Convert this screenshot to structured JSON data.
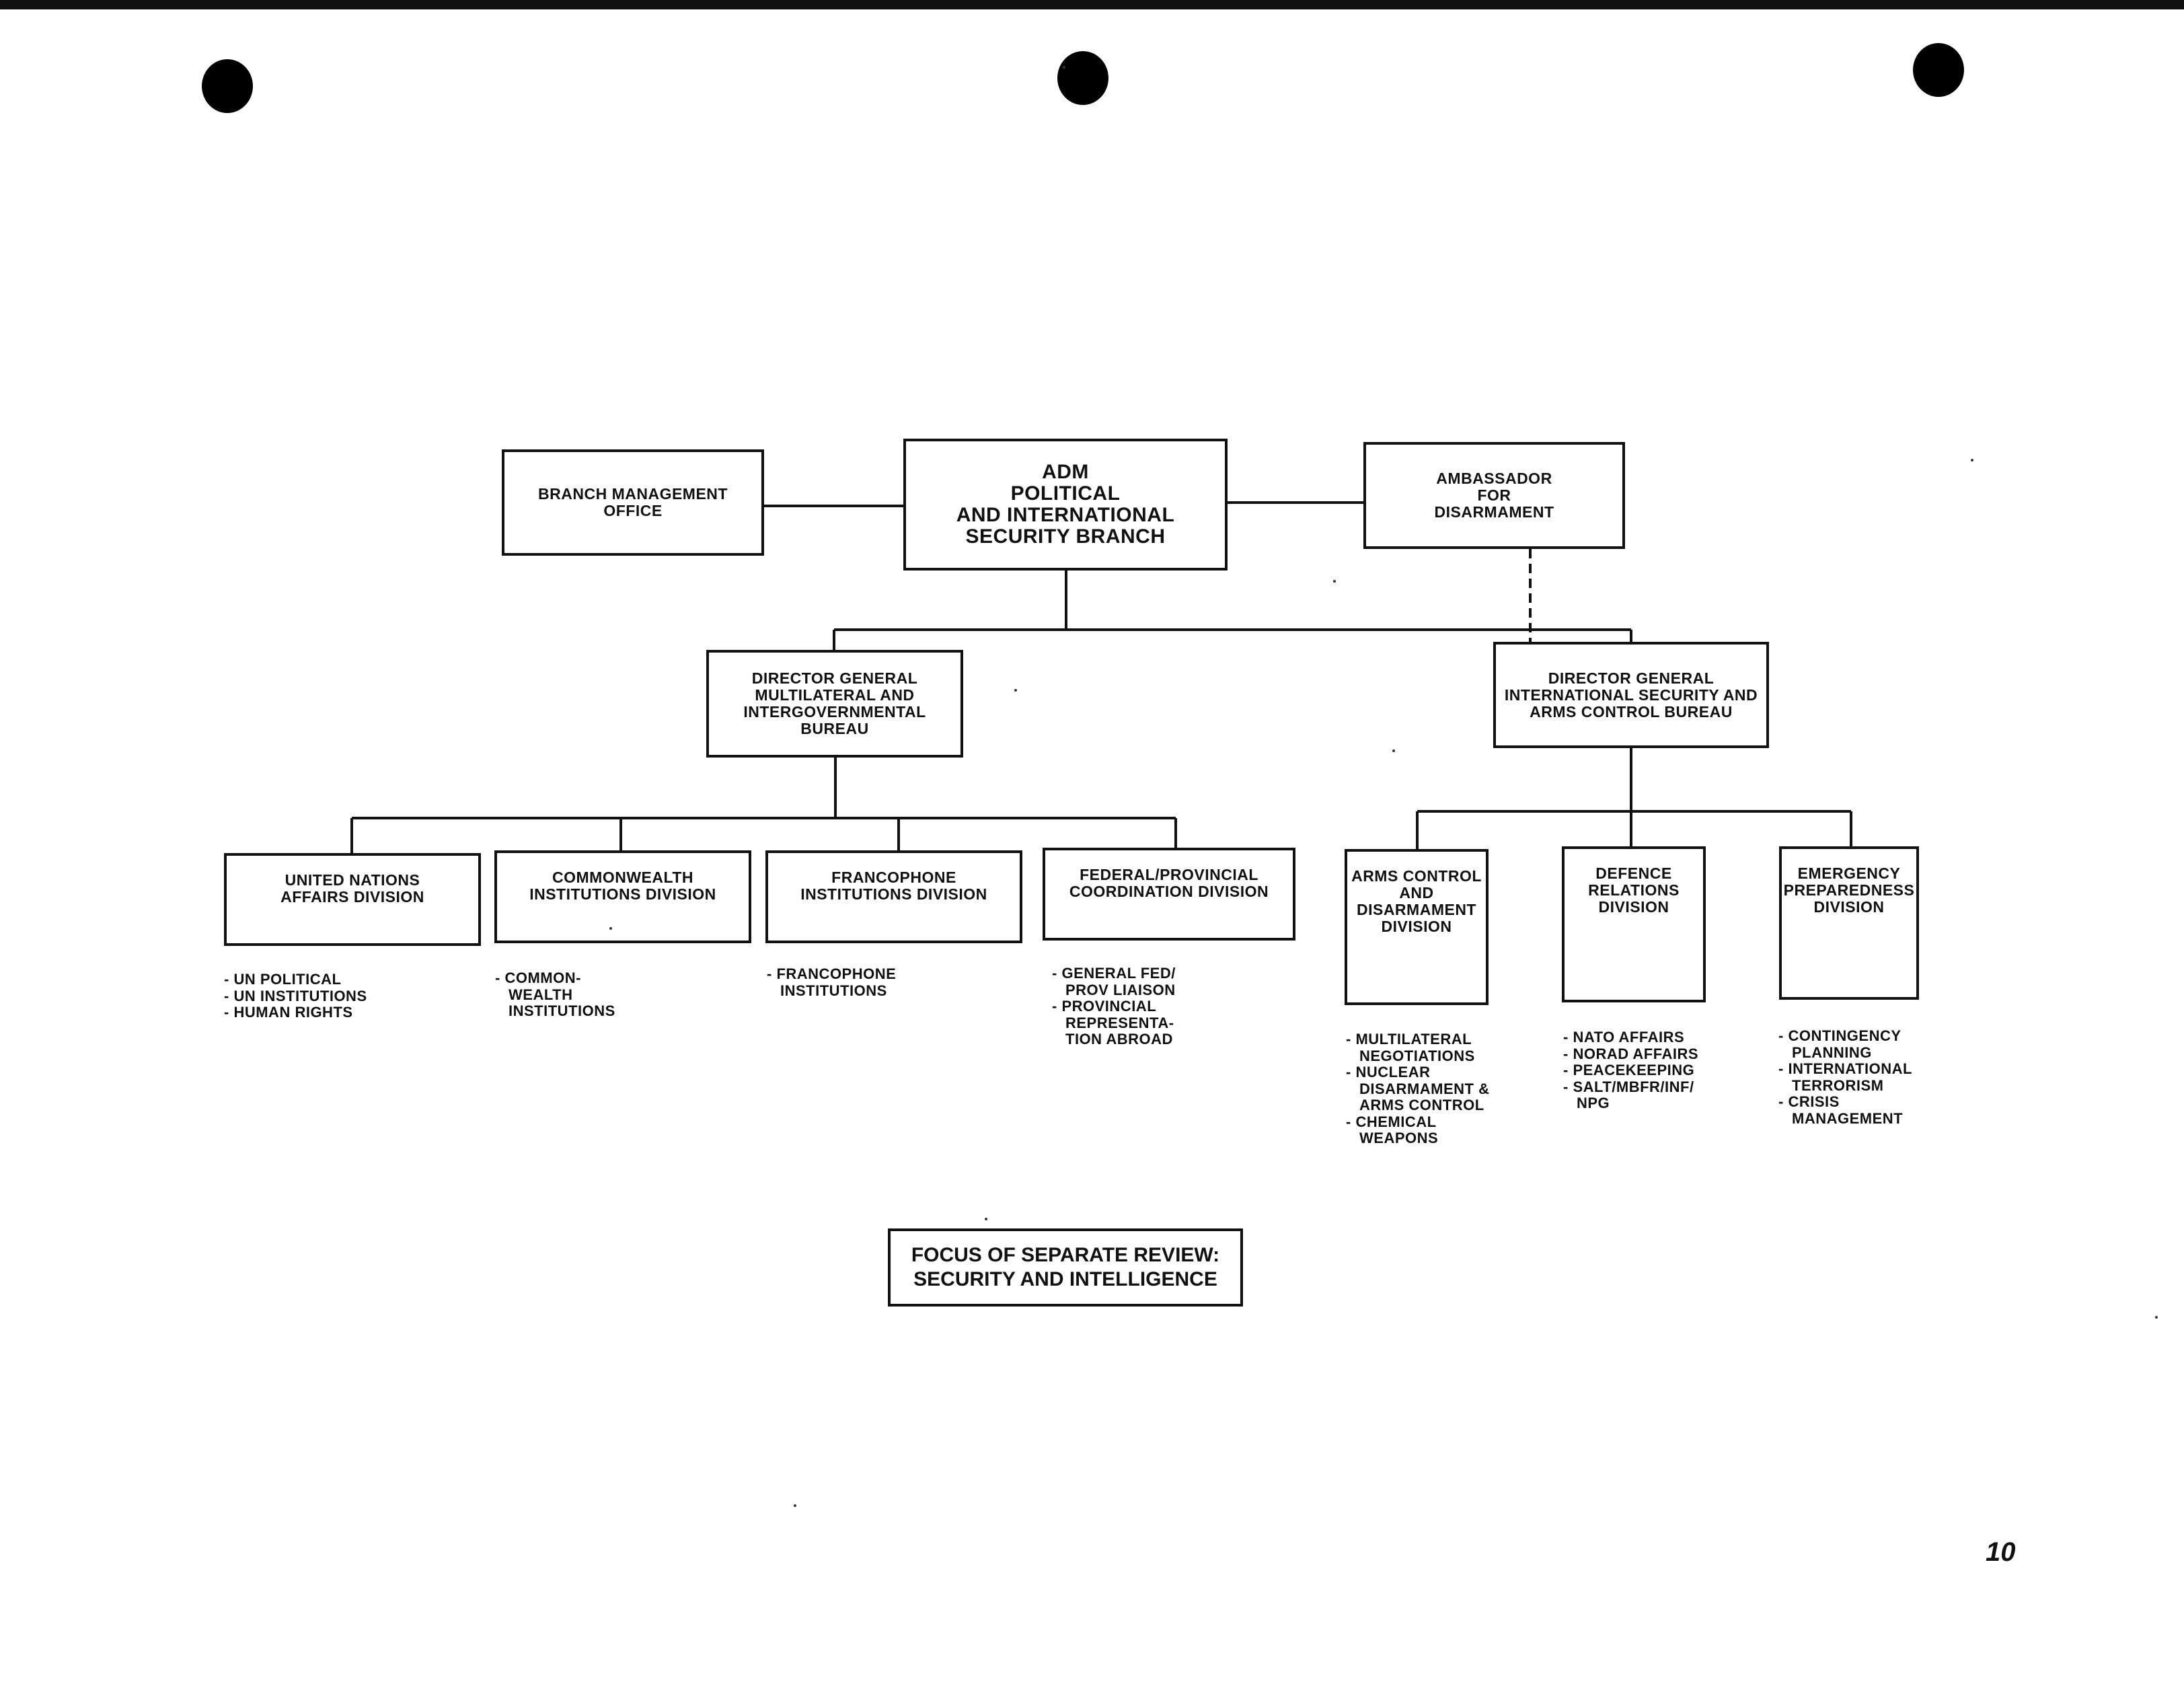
{
  "boxes": {
    "branch_management": "BRANCH MANAGEMENT\nOFFICE",
    "adm": "ADM\nPOLITICAL\nAND INTERNATIONAL\nSECURITY BRANCH",
    "ambassador": "AMBASSADOR\nFOR\nDISARMAMENT",
    "dg_multilateral": "DIRECTOR GENERAL\nMULTILATERAL AND\nINTERGOVERNMENTAL\nBUREAU",
    "dg_security": "DIRECTOR GENERAL\nINTERNATIONAL SECURITY AND\nARMS CONTROL BUREAU",
    "un_affairs": "UNITED NATIONS\nAFFAIRS DIVISION",
    "commonwealth": "COMMONWEALTH\nINSTITUTIONS DIVISION",
    "francophone": "FRANCOPHONE\nINSTITUTIONS DIVISION",
    "federal_provincial": "FEDERAL/PROVINCIAL\nCOORDINATION DIVISION",
    "arms_control": "ARMS CONTROL\nAND\nDISARMAMENT\nDIVISION",
    "defence_relations": "DEFENCE\nRELATIONS\nDIVISION",
    "emergency": "EMERGENCY\nPREPAREDNESS\nDIVISION"
  },
  "lists": {
    "un_affairs": [
      "UN POLITICAL",
      "UN INSTITUTIONS",
      "HUMAN RIGHTS"
    ],
    "commonwealth": [
      "COMMON-\nWEALTH\nINSTITUTIONS"
    ],
    "francophone": [
      "FRANCOPHONE\nINSTITUTIONS"
    ],
    "federal_provincial": [
      "GENERAL FED/\nPROV LIAISON",
      "PROVINCIAL\nREPRESENTA-\nTION ABROAD"
    ],
    "arms_control": [
      "MULTILATERAL\nNEGOTIATIONS",
      "NUCLEAR\nDISARMAMENT &\nARMS CONTROL",
      "CHEMICAL\nWEAPONS"
    ],
    "defence_relations": [
      "NATO AFFAIRS",
      "NORAD AFFAIRS",
      "PEACEKEEPING",
      "SALT/MBFR/INF/\nNPG"
    ],
    "emergency": [
      "CONTINGENCY\nPLANNING",
      "INTERNATIONAL\nTERRORISM",
      "CRISIS\nMANAGEMENT"
    ]
  },
  "review": {
    "line1": "FOCUS OF SEPARATE REVIEW:",
    "line2": "SECURITY AND INTELLIGENCE"
  },
  "page_number": "10"
}
